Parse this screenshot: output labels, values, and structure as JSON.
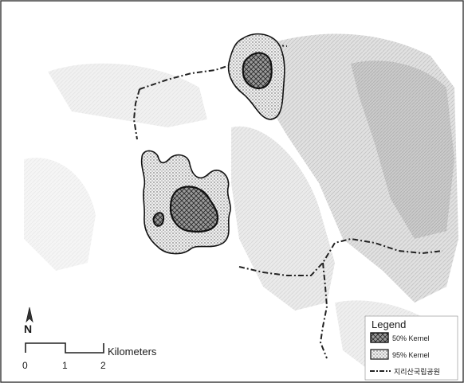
{
  "north_arrow": {
    "label": "N"
  },
  "scale_bar": {
    "unit_label": "Kilometers",
    "ticks": [
      "0",
      "1",
      "2"
    ]
  },
  "legend": {
    "title": "Legend",
    "items": [
      {
        "label": "50% Kernel",
        "symbol": "crosshatch"
      },
      {
        "label": "95% Kernel",
        "symbol": "stipple"
      },
      {
        "label": "지리산국립공원",
        "symbol": "dashed-boundary"
      }
    ]
  },
  "colors": {
    "boundary": "#222222",
    "kernel_outline": "#111111",
    "terrain_shade": "#c4c4c4"
  }
}
